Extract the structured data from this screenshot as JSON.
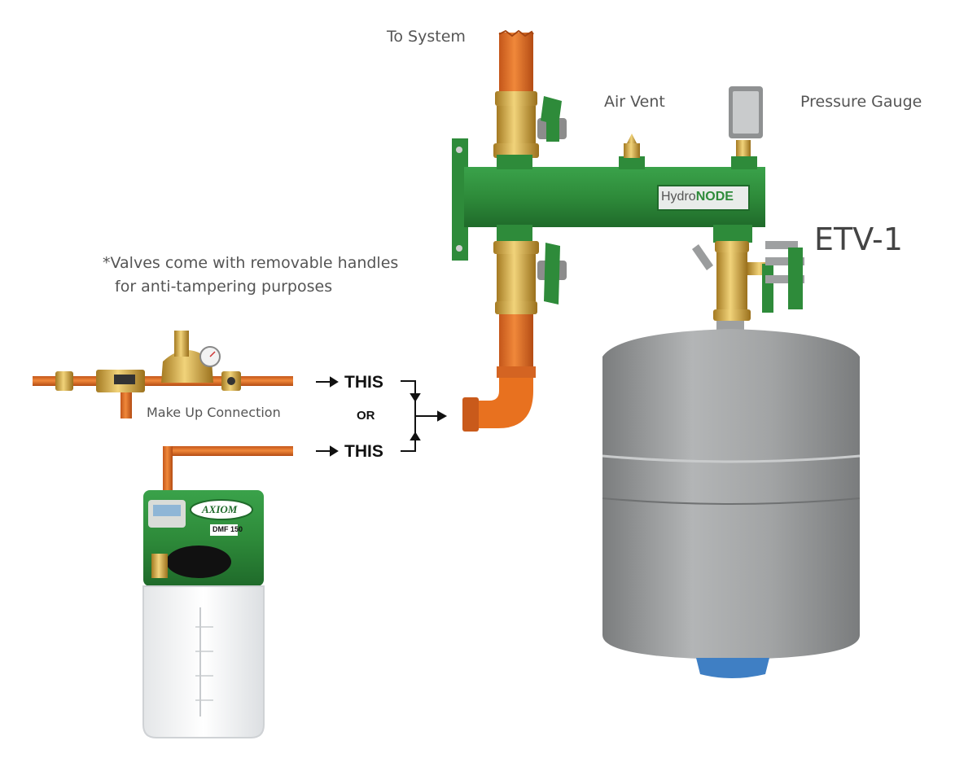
{
  "labels": {
    "to_system": "To System",
    "air_vent": "Air Vent",
    "pressure_gauge": "Pressure Gauge",
    "etv": "ETV-1",
    "note_line1": "*Valves come with removable handles",
    "note_line2": "for anti-tampering purposes",
    "make_up": "Make Up Connection",
    "this_top": "THIS",
    "or": "OR",
    "this_bottom": "THIS"
  },
  "branding": {
    "hydronode_left": "Hydro",
    "hydronode_right": "NODE",
    "axiom": "AXIOM",
    "model": "DMF 150"
  },
  "colors": {
    "pipe_orange": "#e8711f",
    "manifold_green": "#2e8b3a",
    "brass": "#d7b04a",
    "tank_gray": "#9ea0a1",
    "tank_base_blue": "#3f7fc4"
  }
}
